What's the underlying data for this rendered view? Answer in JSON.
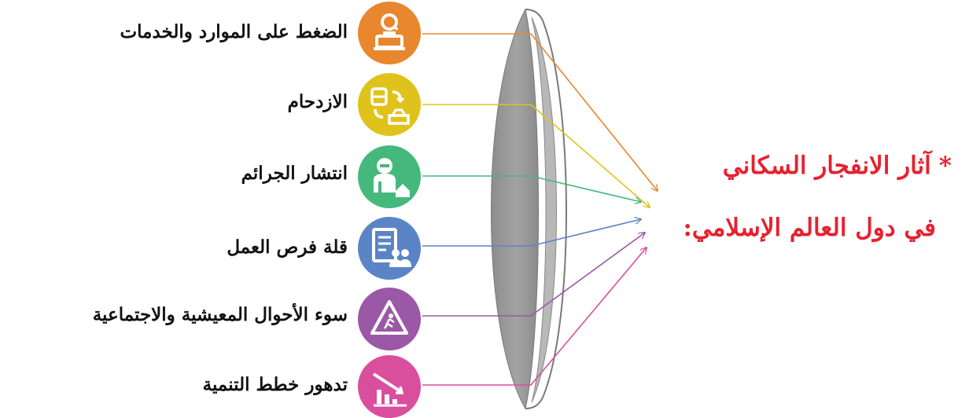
{
  "title": {
    "bullet": "*",
    "line1": "آثار الانفجار السكاني",
    "line2": "في دول العالم الإسلامي:",
    "color": "#e8202e"
  },
  "items": [
    {
      "label": "الضغط على الموارد والخدمات",
      "color": "#e8872e",
      "icon": "people-at-table-icon"
    },
    {
      "label": "الازدحام",
      "color": "#e0c21c",
      "icon": "traffic-bus-car-icon"
    },
    {
      "label": "انتشار الجرائم",
      "color": "#45b97c",
      "icon": "thief-house-icon"
    },
    {
      "label": "قلة فرص العمل",
      "color": "#5b84c6",
      "icon": "document-people-icon"
    },
    {
      "label": "سوء الأحوال المعيشية والاجتماعية",
      "color": "#9a58a6",
      "icon": "warning-sign-icon"
    },
    {
      "label": "تدهور خطط التنمية",
      "color": "#d94e9d",
      "icon": "declining-chart-icon"
    }
  ],
  "lens_color": "#9e9e9e"
}
